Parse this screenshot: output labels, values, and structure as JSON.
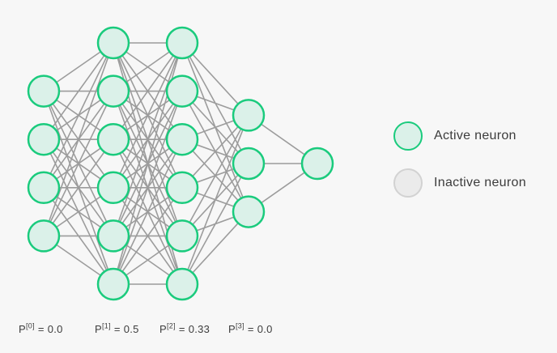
{
  "background_color": "#f7f7f7",
  "network": {
    "colors": {
      "active_fill": "#dbf1e9",
      "active_stroke": "#1acb7d",
      "inactive_fill": "#ebebeb",
      "inactive_stroke": "#d2d2d2",
      "edge": "#9c9c9c"
    },
    "layers": [
      {
        "name": "input",
        "neurons": 4,
        "active": [
          true,
          true,
          true,
          true
        ]
      },
      {
        "name": "hidden-1",
        "neurons": 6,
        "active": [
          true,
          true,
          true,
          true,
          true,
          true
        ]
      },
      {
        "name": "hidden-2",
        "neurons": 6,
        "active": [
          true,
          true,
          true,
          true,
          true,
          true
        ]
      },
      {
        "name": "hidden-3",
        "neurons": 3,
        "active": [
          true,
          true,
          true
        ]
      },
      {
        "name": "output",
        "neurons": 1,
        "active": [
          true
        ]
      }
    ],
    "fully_connected": true
  },
  "legend": {
    "items": [
      {
        "label": "Active neuron",
        "state": "active"
      },
      {
        "label": "Inactive neuron",
        "state": "inactive"
      }
    ]
  },
  "prob_labels": [
    {
      "base": "P",
      "sup": "[0]",
      "rest": "= 0.0"
    },
    {
      "base": "P",
      "sup": "[1]",
      "rest": "= 0.5"
    },
    {
      "base": "P",
      "sup": "[2]",
      "rest": "= 0.33"
    },
    {
      "base": "P",
      "sup": "[3]",
      "rest": "= 0.0"
    }
  ]
}
